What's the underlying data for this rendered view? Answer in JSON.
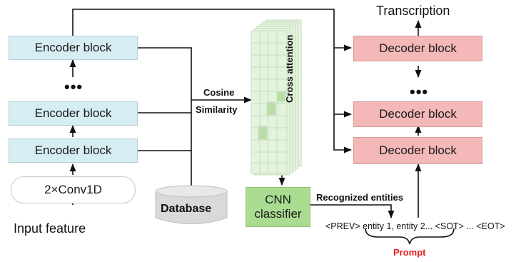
{
  "encoder_block_label": "Encoder block",
  "decoder_block_label": "Decoder block",
  "conv_label": "2×Conv1D",
  "input_label": "Input feature",
  "database_label": "Database",
  "cosine_label": "Cosine",
  "similarity_label": "Similarity",
  "cross_attention_label": "Cross attention",
  "cnn_label_line1": "CNN",
  "cnn_label_line2": "classifier",
  "recognized_label": "Recognized entities",
  "transcription_label": "Transcription",
  "ellipsis": "•••",
  "prompt_sequence": "<PREV> entity 1, entity 2... <SOT> ... <EOT>",
  "prompt_label": "Prompt",
  "colors": {
    "encoder_fill": "#d6eef3",
    "decoder_fill": "#f5b8b8",
    "cnn_fill": "#a9dc91",
    "matrix_fill": "#e3f3dc",
    "matrix_highlight": "#b8dea6",
    "database_fill": "#d9d9d9",
    "prompt_color": "#e02020"
  }
}
